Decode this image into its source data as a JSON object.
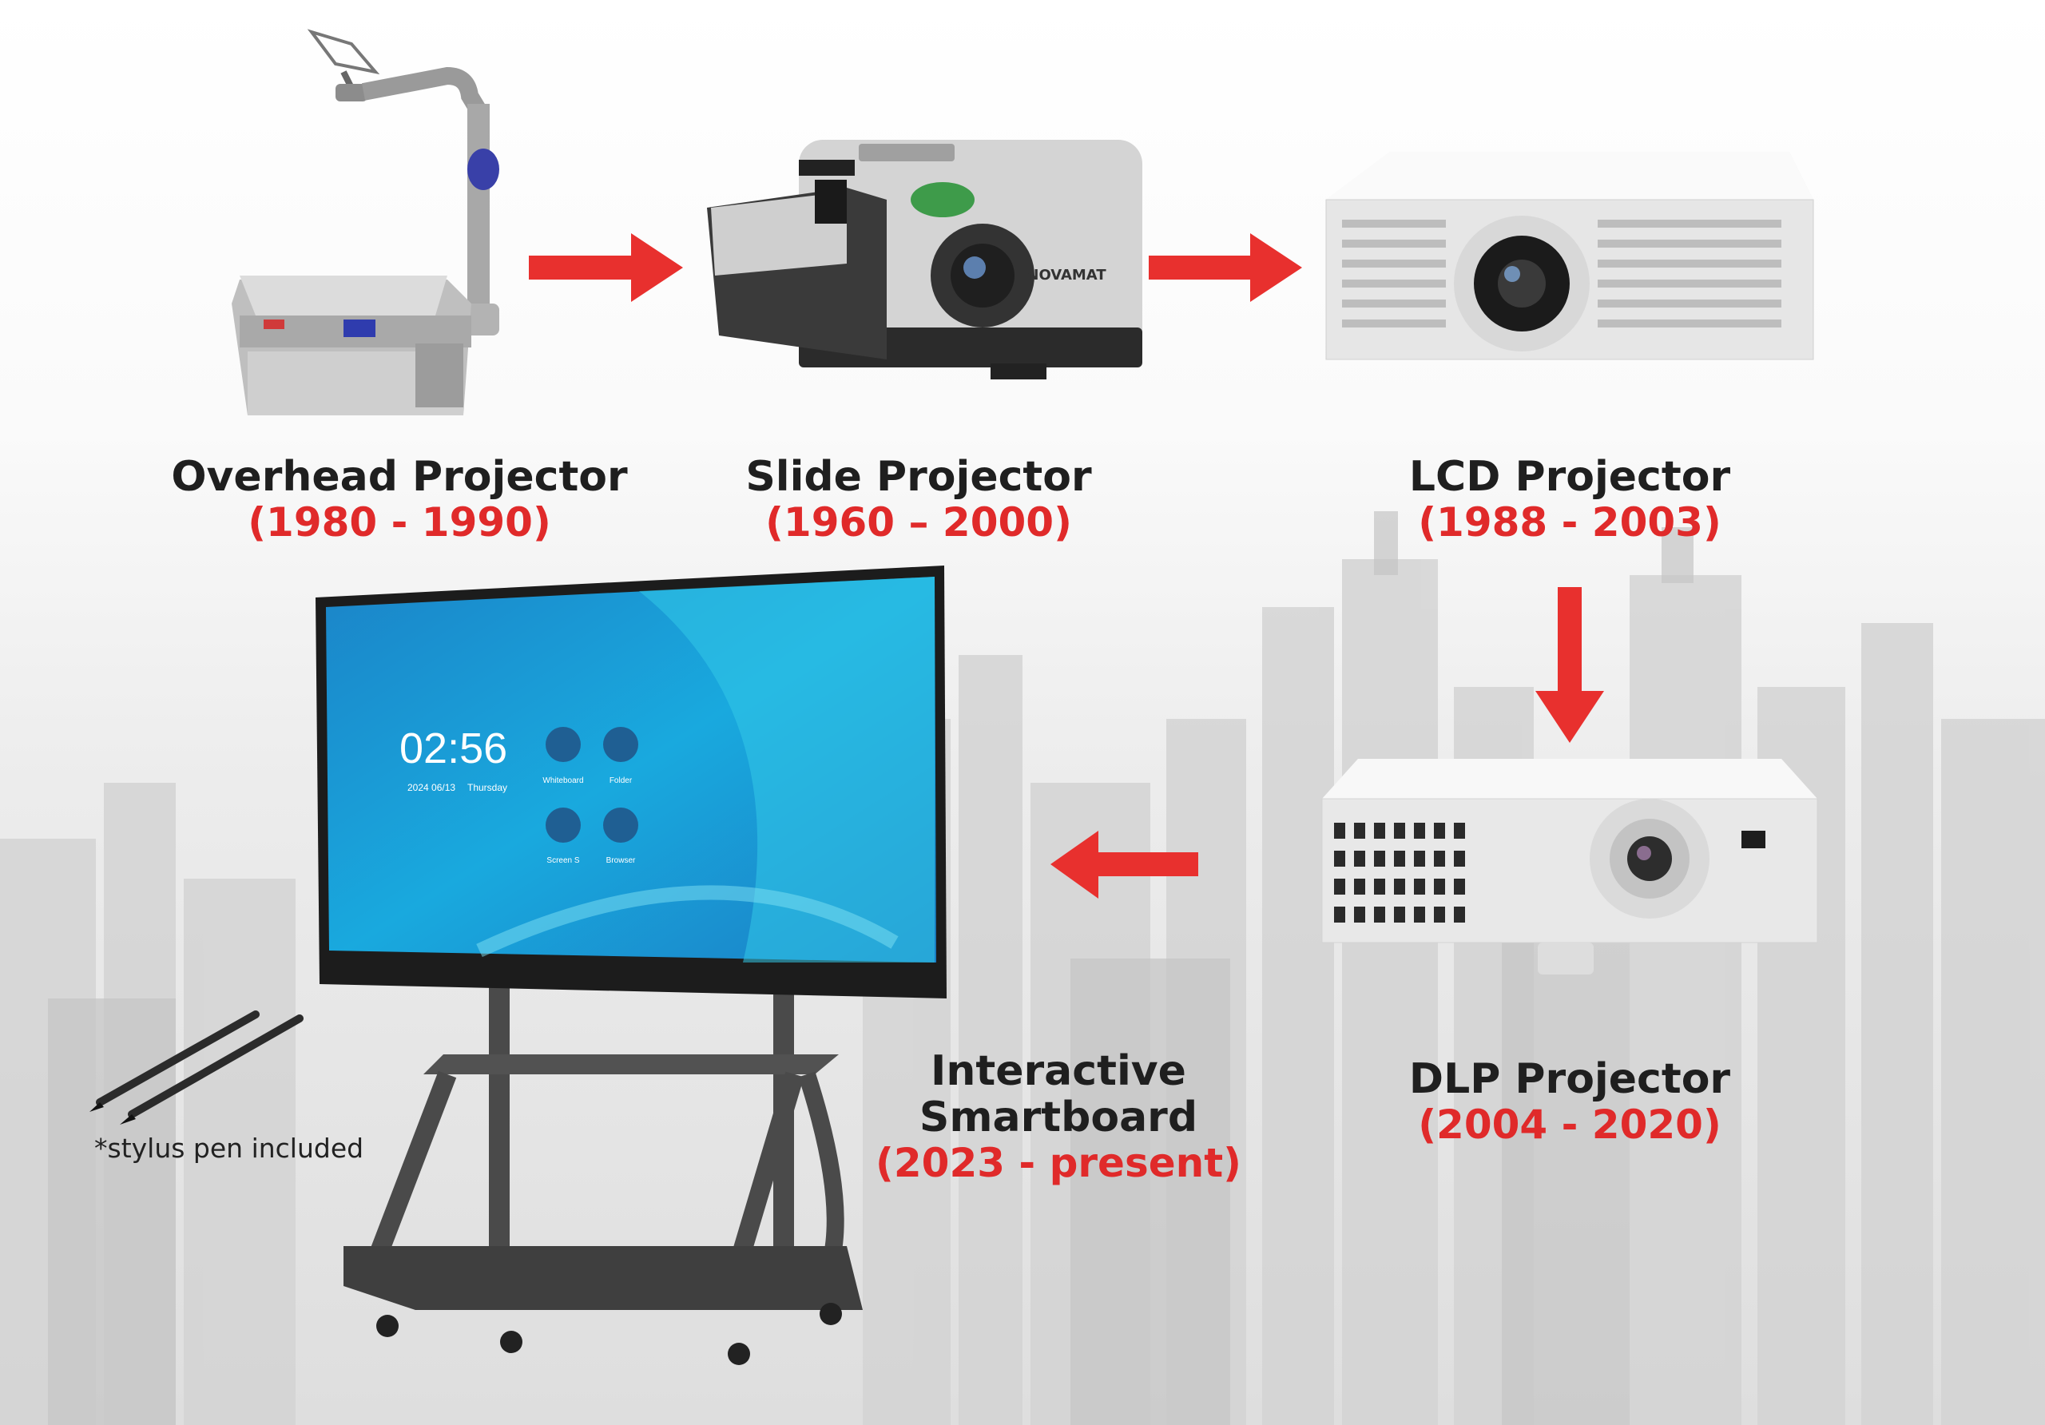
{
  "items": [
    {
      "name": "Overhead Projector",
      "years": "(1980 - 1990)"
    },
    {
      "name": "Slide Projector",
      "years": "(1960 – 2000)"
    },
    {
      "name": "LCD Projector",
      "years": "(1988 - 2003)"
    },
    {
      "name": "DLP Projector",
      "years": "(2004 - 2020)"
    },
    {
      "name_line1": "Interactive",
      "name_line2": "Smartboard",
      "years": "(2023 - present)"
    }
  ],
  "note": "*stylus pen included",
  "smartboard_screen": {
    "clock": "02:56",
    "date": "2024 06/13",
    "day": "Thursday",
    "apps": [
      "Whiteboard",
      "Folder",
      "Screen S",
      "Browser"
    ]
  },
  "slide_projector_brand": "NOVAMAT",
  "colors": {
    "arrow": "#e8302e",
    "label_years": "#e02a2a",
    "label_name": "#1f1f1f",
    "screen": "#1a9fd8"
  }
}
